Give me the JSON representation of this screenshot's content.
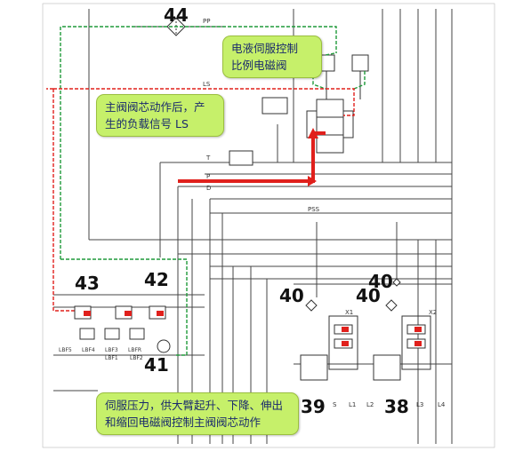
{
  "callouts": {
    "proportional_valve": [
      "电液伺服控制",
      "比例电磁阀"
    ],
    "load_signal": [
      "主阀阀芯动作后，产",
      "生的负载信号 LS"
    ],
    "servo_pressure": [
      "伺服压力，供大臂起升、下降、伸出",
      "和缩回电磁阀控制主阀阀芯动作"
    ]
  },
  "component_numbers": {
    "n44": "44",
    "n43": "43",
    "n42": "42",
    "n41": "41",
    "n40a": "40",
    "n40b": "40",
    "n40c": "40",
    "n39": "39",
    "n38": "38"
  },
  "line_labels": {
    "pp": "PP",
    "ls": "LS",
    "t": "T",
    "p": "P",
    "d": "D",
    "pss": "PSS",
    "x1": "X1",
    "x2": "X2",
    "l1": "L1",
    "l2": "L2",
    "l3": "L3",
    "l4": "L4",
    "s": "S"
  },
  "port_labels": {
    "lbf5": "LBF5",
    "lbf4": "LBF4",
    "lbf3": "LBF3",
    "lbf1": "LBF1",
    "lbf2": "LBF2",
    "lbfr": "LBFR"
  },
  "colors": {
    "green_line": "#1f9a3a",
    "red_line": "#e0201c",
    "callout_bg": "#c6f06a",
    "callout_text": "#1a2a6c",
    "circuit": "#444444"
  }
}
